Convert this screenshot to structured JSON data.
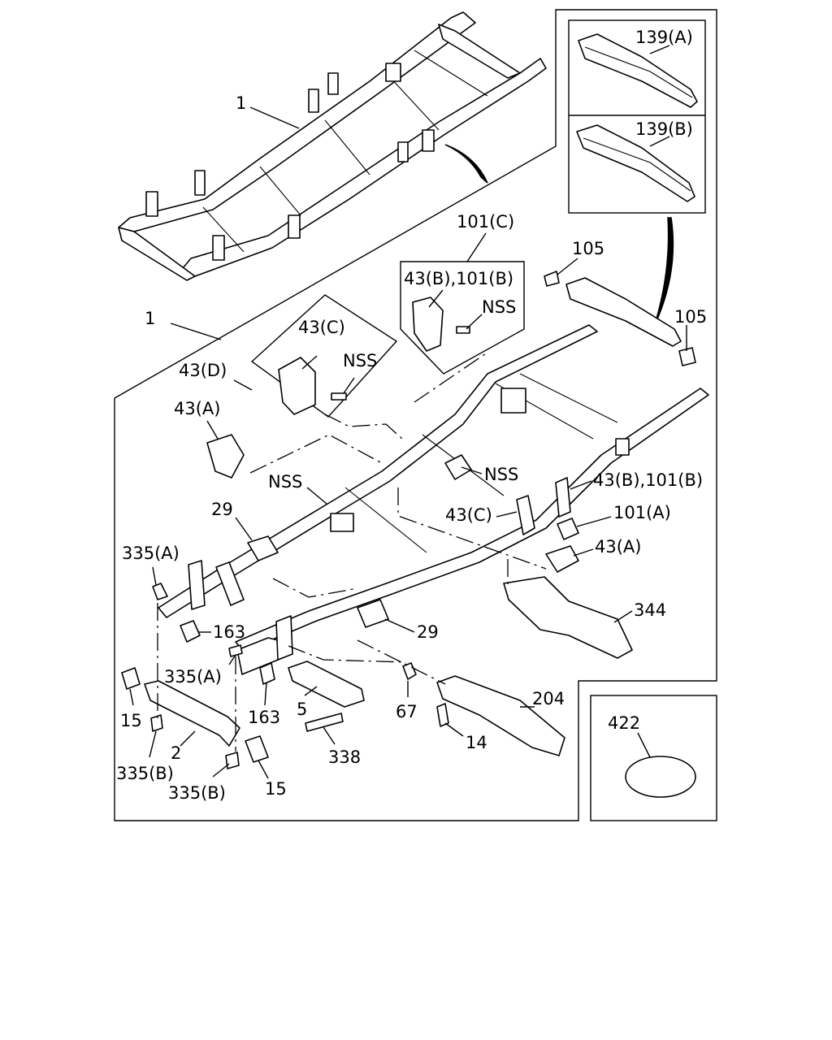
{
  "labels": {
    "frame_top": "1",
    "frame_main": "1",
    "crossmember_a": "139(A)",
    "crossmember_b": "139(B)",
    "bracket_101c": "101(C)",
    "bracket_43b_101b_top": "43(B),101(B)",
    "nss_top": "NSS",
    "part_105_top": "105",
    "part_105_right": "105",
    "bracket_43c_box": "43(C)",
    "nss_box": "NSS",
    "bracket_43d": "43(D)",
    "bracket_43a_left": "43(A)",
    "nss_center": "NSS",
    "nss_right": "NSS",
    "bracket_43b_101b_right": "43(B),101(B)",
    "part_29_left": "29",
    "bracket_43c_center": "43(C)",
    "bracket_101a": "101(A)",
    "part_335a_top": "335(A)",
    "bracket_43a_right": "43(A)",
    "part_344": "344",
    "part_163_left": "163",
    "part_29_center": "29",
    "part_335a_mid": "335(A)",
    "part_204": "204",
    "part_15_left": "15",
    "part_163_mid": "163",
    "part_5": "5",
    "part_67": "67",
    "part_14": "14",
    "part_2": "2",
    "part_338": "338",
    "part_335b_left": "335(B)",
    "part_335b_mid": "335(B)",
    "part_15_right": "15",
    "part_422": "422"
  }
}
